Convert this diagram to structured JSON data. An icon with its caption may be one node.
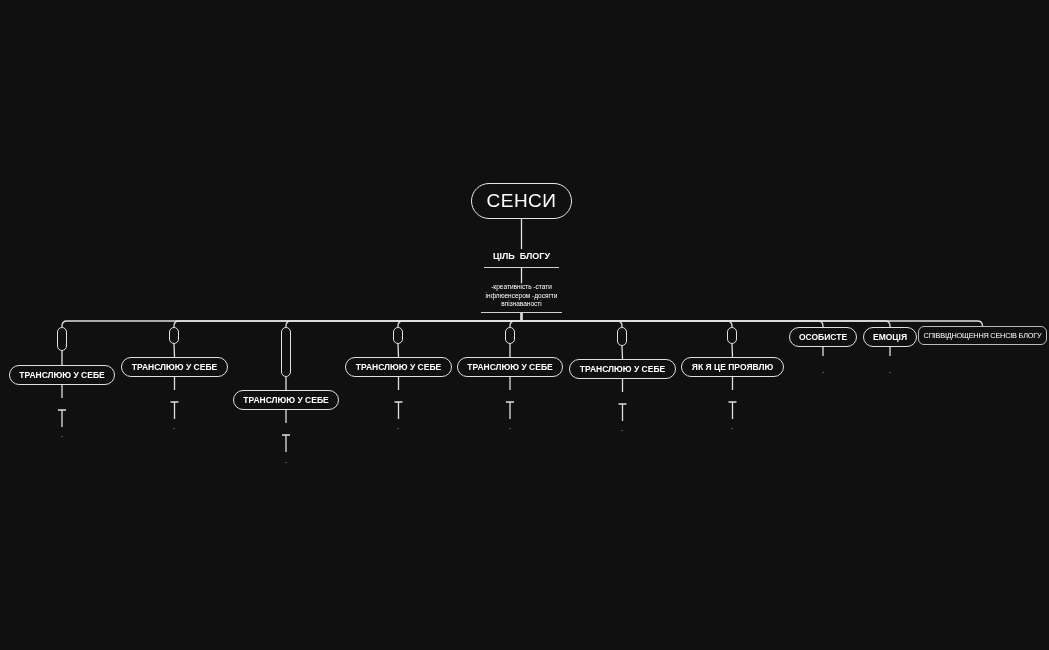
{
  "diagram": {
    "nodes": [
      {
        "text": [
          "СЕНСИ"
        ]
      },
      {
        "text": [
          "ЦІЛЬ  БЛОГУ"
        ]
      },
      {
        "text": [
          "-креативність -стати інфлюенсером -досягти впізнаваності"
        ]
      },
      {
        "text": [],
        "shape": "box"
      },
      {
        "text": [
          "ТРАНСЛЮЮ У СЕБЕ"
        ]
      },
      {
        "text": [],
        "shape": "box"
      },
      {
        "text": [
          "ТРАНСЛЮЮ У СЕБЕ"
        ]
      },
      {
        "text": [],
        "shape": "box"
      },
      {
        "text": [
          "ТРАНСЛЮЮ У СЕБЕ"
        ]
      },
      {
        "text": [],
        "shape": "box"
      },
      {
        "text": [
          "ТРАНСЛЮЮ У СЕБЕ"
        ]
      },
      {
        "text": [],
        "shape": "box"
      },
      {
        "text": [
          "ТРАНСЛЮЮ У СЕБЕ"
        ]
      },
      {
        "text": [],
        "shape": "box"
      },
      {
        "text": [
          "ТРАНСЛЮЮ У СЕБЕ"
        ]
      },
      {
        "text": [],
        "shape": "box"
      },
      {
        "text": [
          "ЯК Я ЦЕ ПРОЯВЛЮ"
        ]
      },
      {
        "text": [
          "ОСОБИСТЕ"
        ]
      },
      {
        "text": [
          "ЕМОЦІЯ"
        ]
      },
      {
        "text": [
          "СПІВВІДНОЩЕННЯ СЕНСІВ БЛОГУ"
        ]
      }
    ],
    "edges": [
      {
        "from": 0,
        "to": 1,
        "arrow": "none"
      },
      {
        "from": 1,
        "to": 2,
        "arrow": "none"
      },
      {
        "from": 2,
        "to": 3,
        "arrow": "none"
      },
      {
        "from": 2,
        "to": 5,
        "arrow": "none"
      },
      {
        "from": 2,
        "to": 7,
        "arrow": "none"
      },
      {
        "from": 2,
        "to": 9,
        "arrow": "none"
      },
      {
        "from": 2,
        "to": 11,
        "arrow": "none"
      },
      {
        "from": 2,
        "to": 13,
        "arrow": "none"
      },
      {
        "from": 2,
        "to": 15,
        "arrow": "none"
      },
      {
        "from": 2,
        "to": 17,
        "arrow": "none"
      },
      {
        "from": 2,
        "to": 18,
        "arrow": "none"
      },
      {
        "from": 2,
        "to": 19,
        "arrow": "none"
      },
      {
        "from": 3,
        "to": 4,
        "arrow": "none"
      },
      {
        "from": 5,
        "to": 6,
        "arrow": "none"
      },
      {
        "from": 7,
        "to": 8,
        "arrow": "none"
      },
      {
        "from": 9,
        "to": 10,
        "arrow": "none"
      },
      {
        "from": 11,
        "to": 12,
        "arrow": "none"
      },
      {
        "from": 13,
        "to": 14,
        "arrow": "none"
      },
      {
        "from": 15,
        "to": 16,
        "arrow": "none"
      },
      {
        "from": 4,
        "to": null,
        "arrow": "none"
      },
      {
        "from": 6,
        "to": null,
        "arrow": "none"
      },
      {
        "from": 8,
        "to": null,
        "arrow": "none"
      },
      {
        "from": 10,
        "to": null,
        "arrow": "none"
      },
      {
        "from": 12,
        "to": null,
        "arrow": "none"
      },
      {
        "from": 14,
        "to": null,
        "arrow": "none"
      },
      {
        "from": 16,
        "to": null,
        "arrow": "none"
      },
      {
        "from": 17,
        "to": null,
        "arrow": "none"
      },
      {
        "from": 18,
        "to": null,
        "arrow": "none"
      }
    ],
    "labels": [
      "-",
      "-",
      "-",
      "-",
      "-",
      "-",
      "-",
      "-",
      "-"
    ]
  }
}
